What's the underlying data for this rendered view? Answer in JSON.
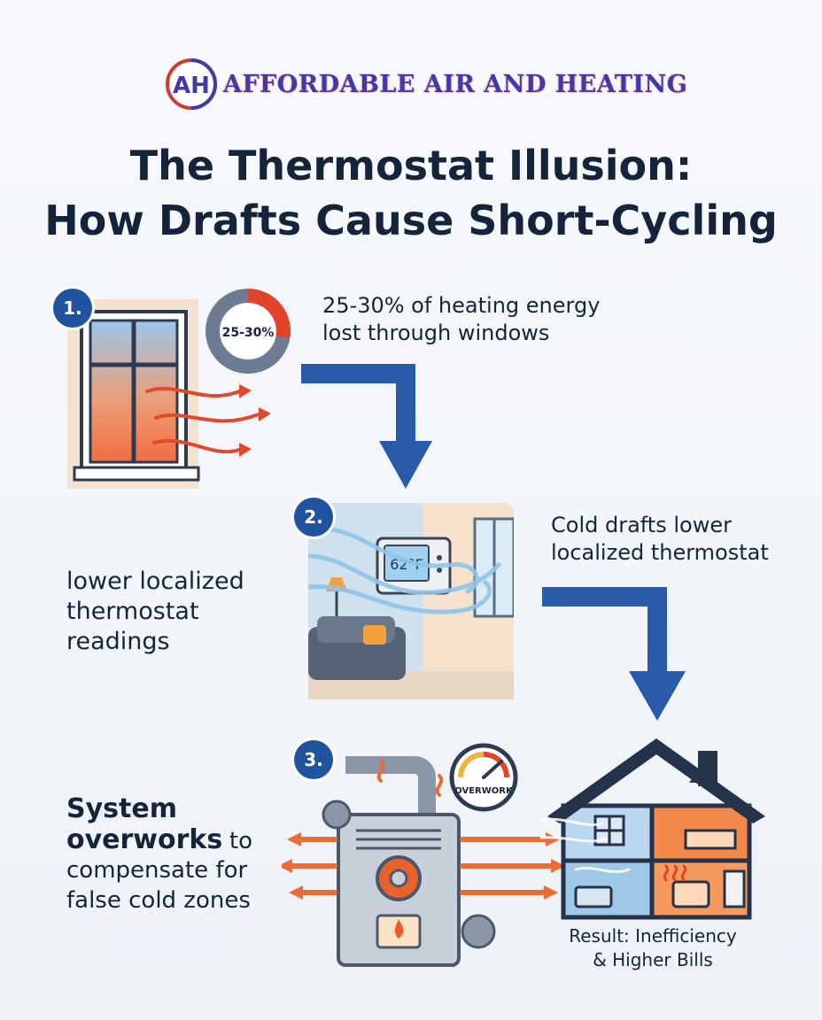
{
  "brand": {
    "name": "Affordable Air and Heating",
    "name_display": "AFFORDABLE AIR AND HEATING",
    "logo_monogram": "AH",
    "colors": {
      "red": "#d23a32",
      "blue": "#3f3aa8"
    }
  },
  "title": {
    "line1": "The Thermostat Illusion:",
    "line2": "How Drafts Cause Short-Cycling"
  },
  "steps": [
    {
      "number": "1.",
      "donut_label": "25-30%",
      "donut_fraction": 0.275,
      "text_line1": "25-30% of heating energy",
      "text_line2": "lost through windows",
      "icon": "drafty-window-icon"
    },
    {
      "number": "2.",
      "thermostat_reading": "62°F",
      "left_text": [
        "lower localized",
        "thermostat",
        "readings"
      ],
      "right_text": [
        "Cold drafts lower",
        "localized thermostat"
      ],
      "icon": "living-room-draft-icon"
    },
    {
      "number": "3.",
      "gauge_label": "OVERWORK",
      "text_bold_1": "System",
      "text_bold_2": "overworks",
      "text_tail": "to",
      "text_line3": "compensate for",
      "text_line4": "false cold zones",
      "icon": "furnace-icon"
    }
  ],
  "result": {
    "line1": "Result: Inefficiency",
    "line2": "& Higher Bills",
    "icon": "house-cutaway-icon"
  },
  "colors": {
    "navy": "#14243a",
    "arrow_blue": "#2a5ba8",
    "heat_orange": "#ee6a35",
    "cold_blue": "#7fb4e0"
  }
}
